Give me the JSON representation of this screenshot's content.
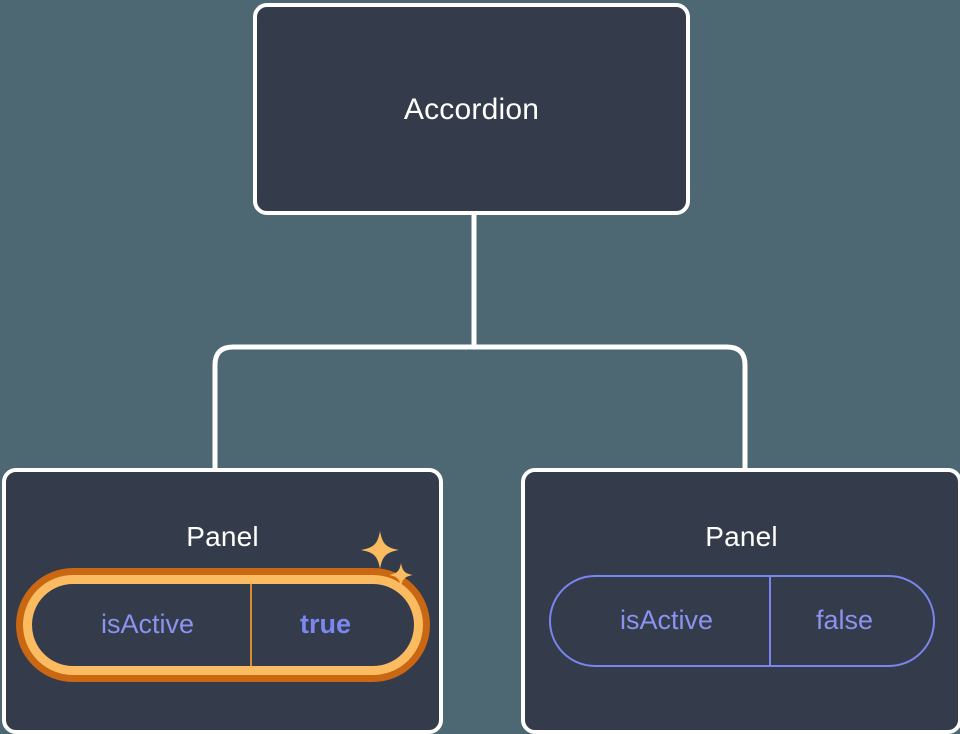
{
  "diagram": {
    "type": "component-tree",
    "background_color": "#4d6872",
    "node_fill_color": "#343b4a",
    "node_border_color": "#ffffff",
    "connector_color": "#ffffff",
    "root": {
      "title": "Accordion"
    },
    "children": [
      {
        "title": "Panel",
        "highlighted": true,
        "prop": {
          "key": "isActive",
          "value": "true"
        },
        "highlight_border_color": "#fbbc61",
        "highlight_glow_color": "#c96713",
        "value_color": "#7c87f0",
        "sparkles": [
          "sparkle-large-icon",
          "sparkle-small-icon"
        ]
      },
      {
        "title": "Panel",
        "highlighted": false,
        "prop": {
          "key": "isActive",
          "value": "false"
        },
        "pill_border_color": "#7b85f0",
        "value_color": "#8a93ef"
      }
    ]
  }
}
